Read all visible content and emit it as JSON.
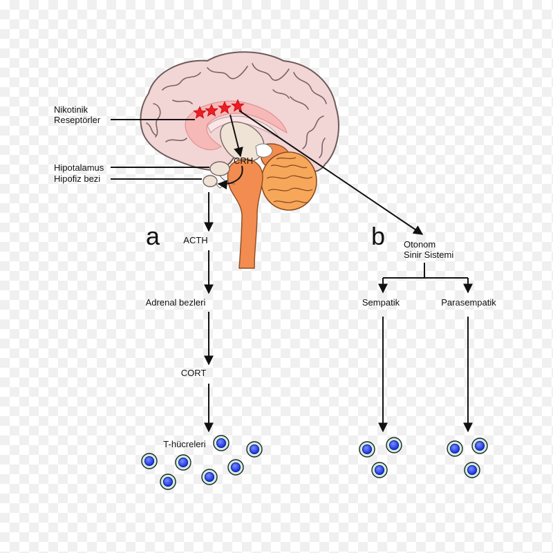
{
  "labels": {
    "nicotinic_line1": "Nikotinik",
    "nicotinic_line2": "Reseptörler",
    "hypothalamus": "Hipotalamus",
    "pituitary": "Hipofiz bezi",
    "crh": "CRH",
    "panel_a": "a",
    "panel_b": "b",
    "acth": "ACTH",
    "adrenal": "Adrenal bezleri",
    "cort": "CORT",
    "tcells": "T-hücreleri",
    "ans_line1": "Otonom",
    "ans_line2": "Sinir Sistemi",
    "sympathetic": "Sempatik",
    "parasympathetic": "Parasempatik"
  },
  "icons": {
    "brain": "brain-sagittal-icon",
    "receptor": "red-star-icon",
    "cell": "blue-cell-icon"
  },
  "colors": {
    "cortex": "#f2d5d5",
    "cortex_outline": "#6e5a5a",
    "receptor_zone": "#f7b8b8",
    "star": "#ee1c24",
    "brainstem": "#f28c50",
    "cerebellum": "#f7a75a",
    "cell_outer": "#cdeee0",
    "cell_inner": "#1a2de0",
    "line": "#111111"
  }
}
